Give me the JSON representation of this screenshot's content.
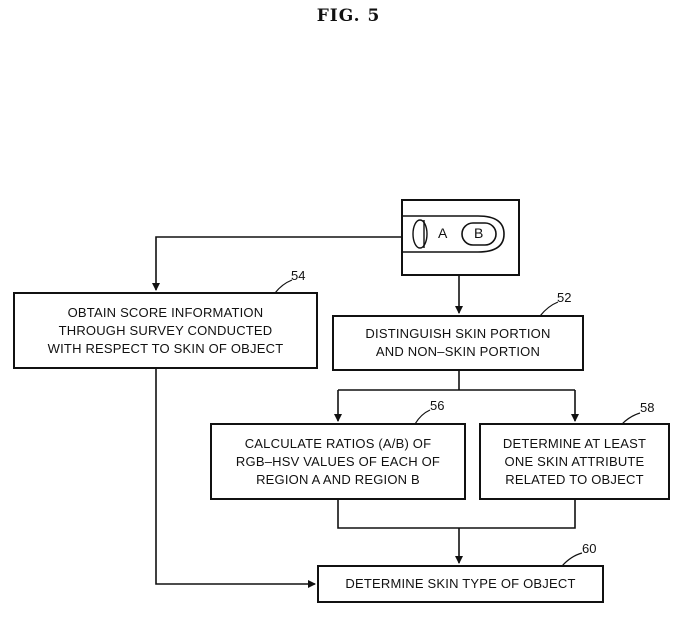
{
  "figure_title": "FIG. 5",
  "image_regions": {
    "a": "A",
    "b": "B"
  },
  "boxes": {
    "survey": {
      "text": "OBTAIN SCORE INFORMATION\nTHROUGH SURVEY CONDUCTED\nWITH RESPECT TO SKIN OF OBJECT",
      "ref": "54"
    },
    "distinguish": {
      "text": "DISTINGUISH SKIN PORTION\nAND NON–SKIN PORTION",
      "ref": "52"
    },
    "ratios": {
      "text": "CALCULATE RATIOS (A/B) OF\nRGB–HSV VALUES OF EACH OF\nREGION A AND REGION B",
      "ref": "56"
    },
    "attribute": {
      "text": "DETERMINE AT LEAST\nONE SKIN ATTRIBUTE\nRELATED TO OBJECT",
      "ref": "58"
    },
    "skintype": {
      "text": "DETERMINE SKIN TYPE OF OBJECT",
      "ref": "60"
    }
  }
}
